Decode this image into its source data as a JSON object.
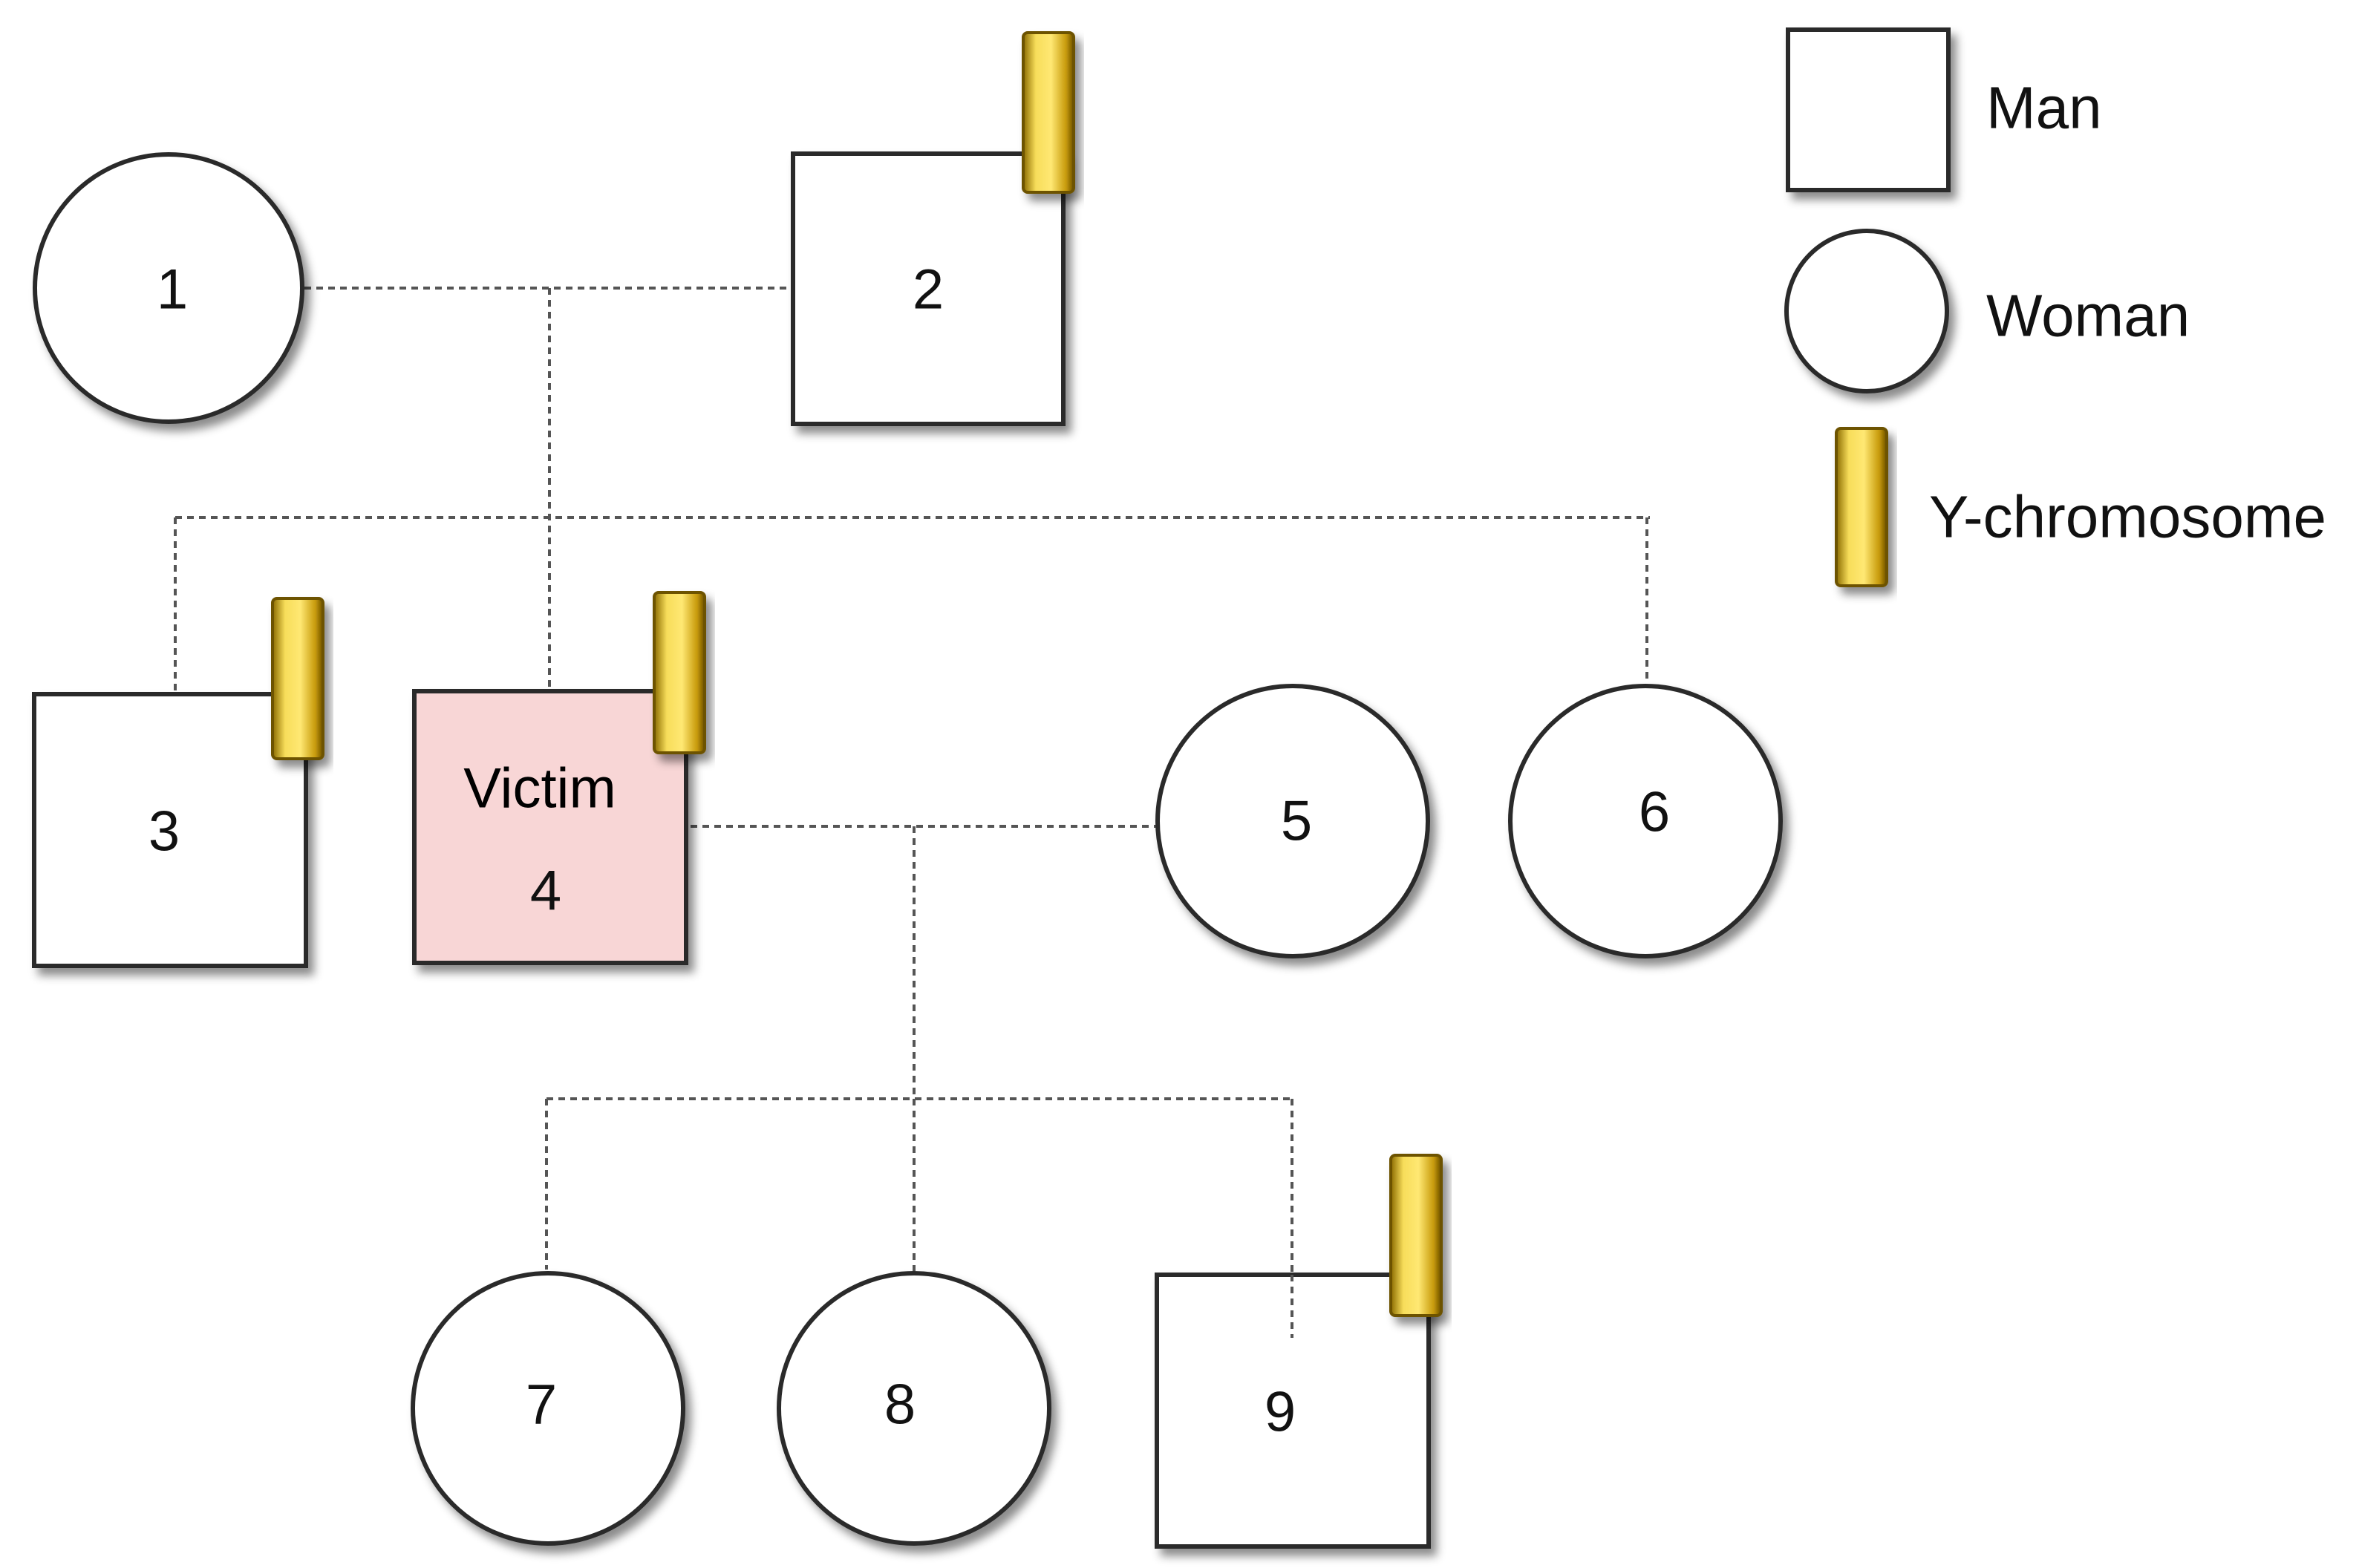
{
  "people": {
    "p1": {
      "label": "1",
      "sex": "woman"
    },
    "p2": {
      "label": "2",
      "sex": "man",
      "y_chromosome": true
    },
    "p3": {
      "label": "3",
      "sex": "man",
      "y_chromosome": true
    },
    "p4": {
      "label": "4",
      "sex": "man",
      "y_chromosome": true,
      "victim": true,
      "victim_label": "Victim"
    },
    "p5": {
      "label": "5",
      "sex": "woman"
    },
    "p6": {
      "label": "6",
      "sex": "woman"
    },
    "p7": {
      "label": "7",
      "sex": "woman"
    },
    "p8": {
      "label": "8",
      "sex": "woman"
    },
    "p9": {
      "label": "9",
      "sex": "man",
      "y_chromosome": true
    }
  },
  "legend": {
    "man_label": "Man",
    "woman_label": "Woman",
    "y_chromosome_label": "Y-chromosome"
  },
  "colors": {
    "victim_fill": "#f8d6d6",
    "y_chromosome": "#e8c21a",
    "outline": "#2b2b2b"
  }
}
